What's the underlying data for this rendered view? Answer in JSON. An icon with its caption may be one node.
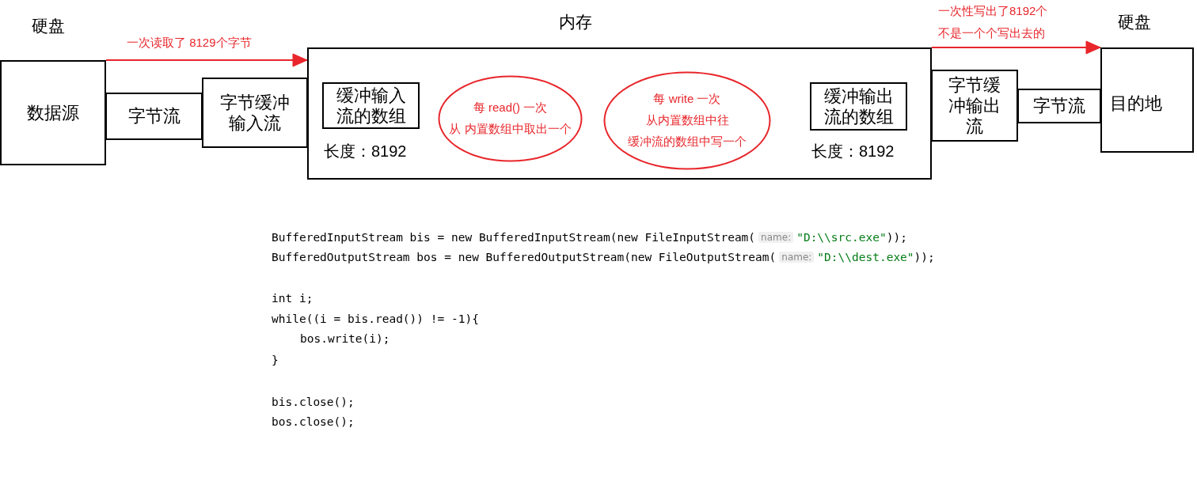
{
  "diagram": {
    "nodes": [
      {
        "text": [
          "数据源"
        ]
      },
      {
        "text": [
          "字节流"
        ]
      },
      {
        "text": [
          "字节缓冲输入流"
        ]
      },
      {
        "text": [],
        "shape": "box"
      },
      {
        "text": [
          "缓冲输入流的数组"
        ],
        "in": 3,
        "beside": [
          "长度：8192"
        ]
      },
      {
        "text": [
          "每 read() 一次",
          "从 内置数组中取出一个"
        ],
        "in": 3
      },
      {
        "text": [
          "每 write 一次",
          "从内置数组中往",
          "缓冲流的数组中写一个"
        ],
        "in": 3
      },
      {
        "text": [
          "缓冲输出流的数组"
        ],
        "in": 3,
        "beside": [
          "长度：8192"
        ]
      },
      {
        "text": [
          "字节缓冲输出流"
        ]
      },
      {
        "text": [
          "字节流"
        ]
      },
      {
        "text": [
          "目的地"
        ]
      }
    ],
    "edges": [
      {
        "from": 0,
        "to": 3,
        "arrow": "to",
        "label": "一次读取了 8129个字节",
        "color": "#e8262b"
      },
      {
        "from": 3,
        "to": 10,
        "arrow": "to",
        "label": "一次性写出了8192个不是一个个写出去的",
        "color": "#e8262b"
      }
    ],
    "labels": [
      "硬盘",
      "内存",
      "硬盘",
      "BufferedInputStream bis = new BufferedInputStream(new FileInputStream(",
      "name:",
      "\"D:\\\\src.exe\"));",
      "BufferedOutputStream bos = new BufferedOutputStream(new FileOutputStream(",
      "name:",
      "\"D:\\\\dest.exe\"));",
      "int i;",
      "while((i = bis.read()) != -1){",
      "bos.write(i);",
      "}",
      "bis.close();",
      "bos.close();"
    ]
  }
}
